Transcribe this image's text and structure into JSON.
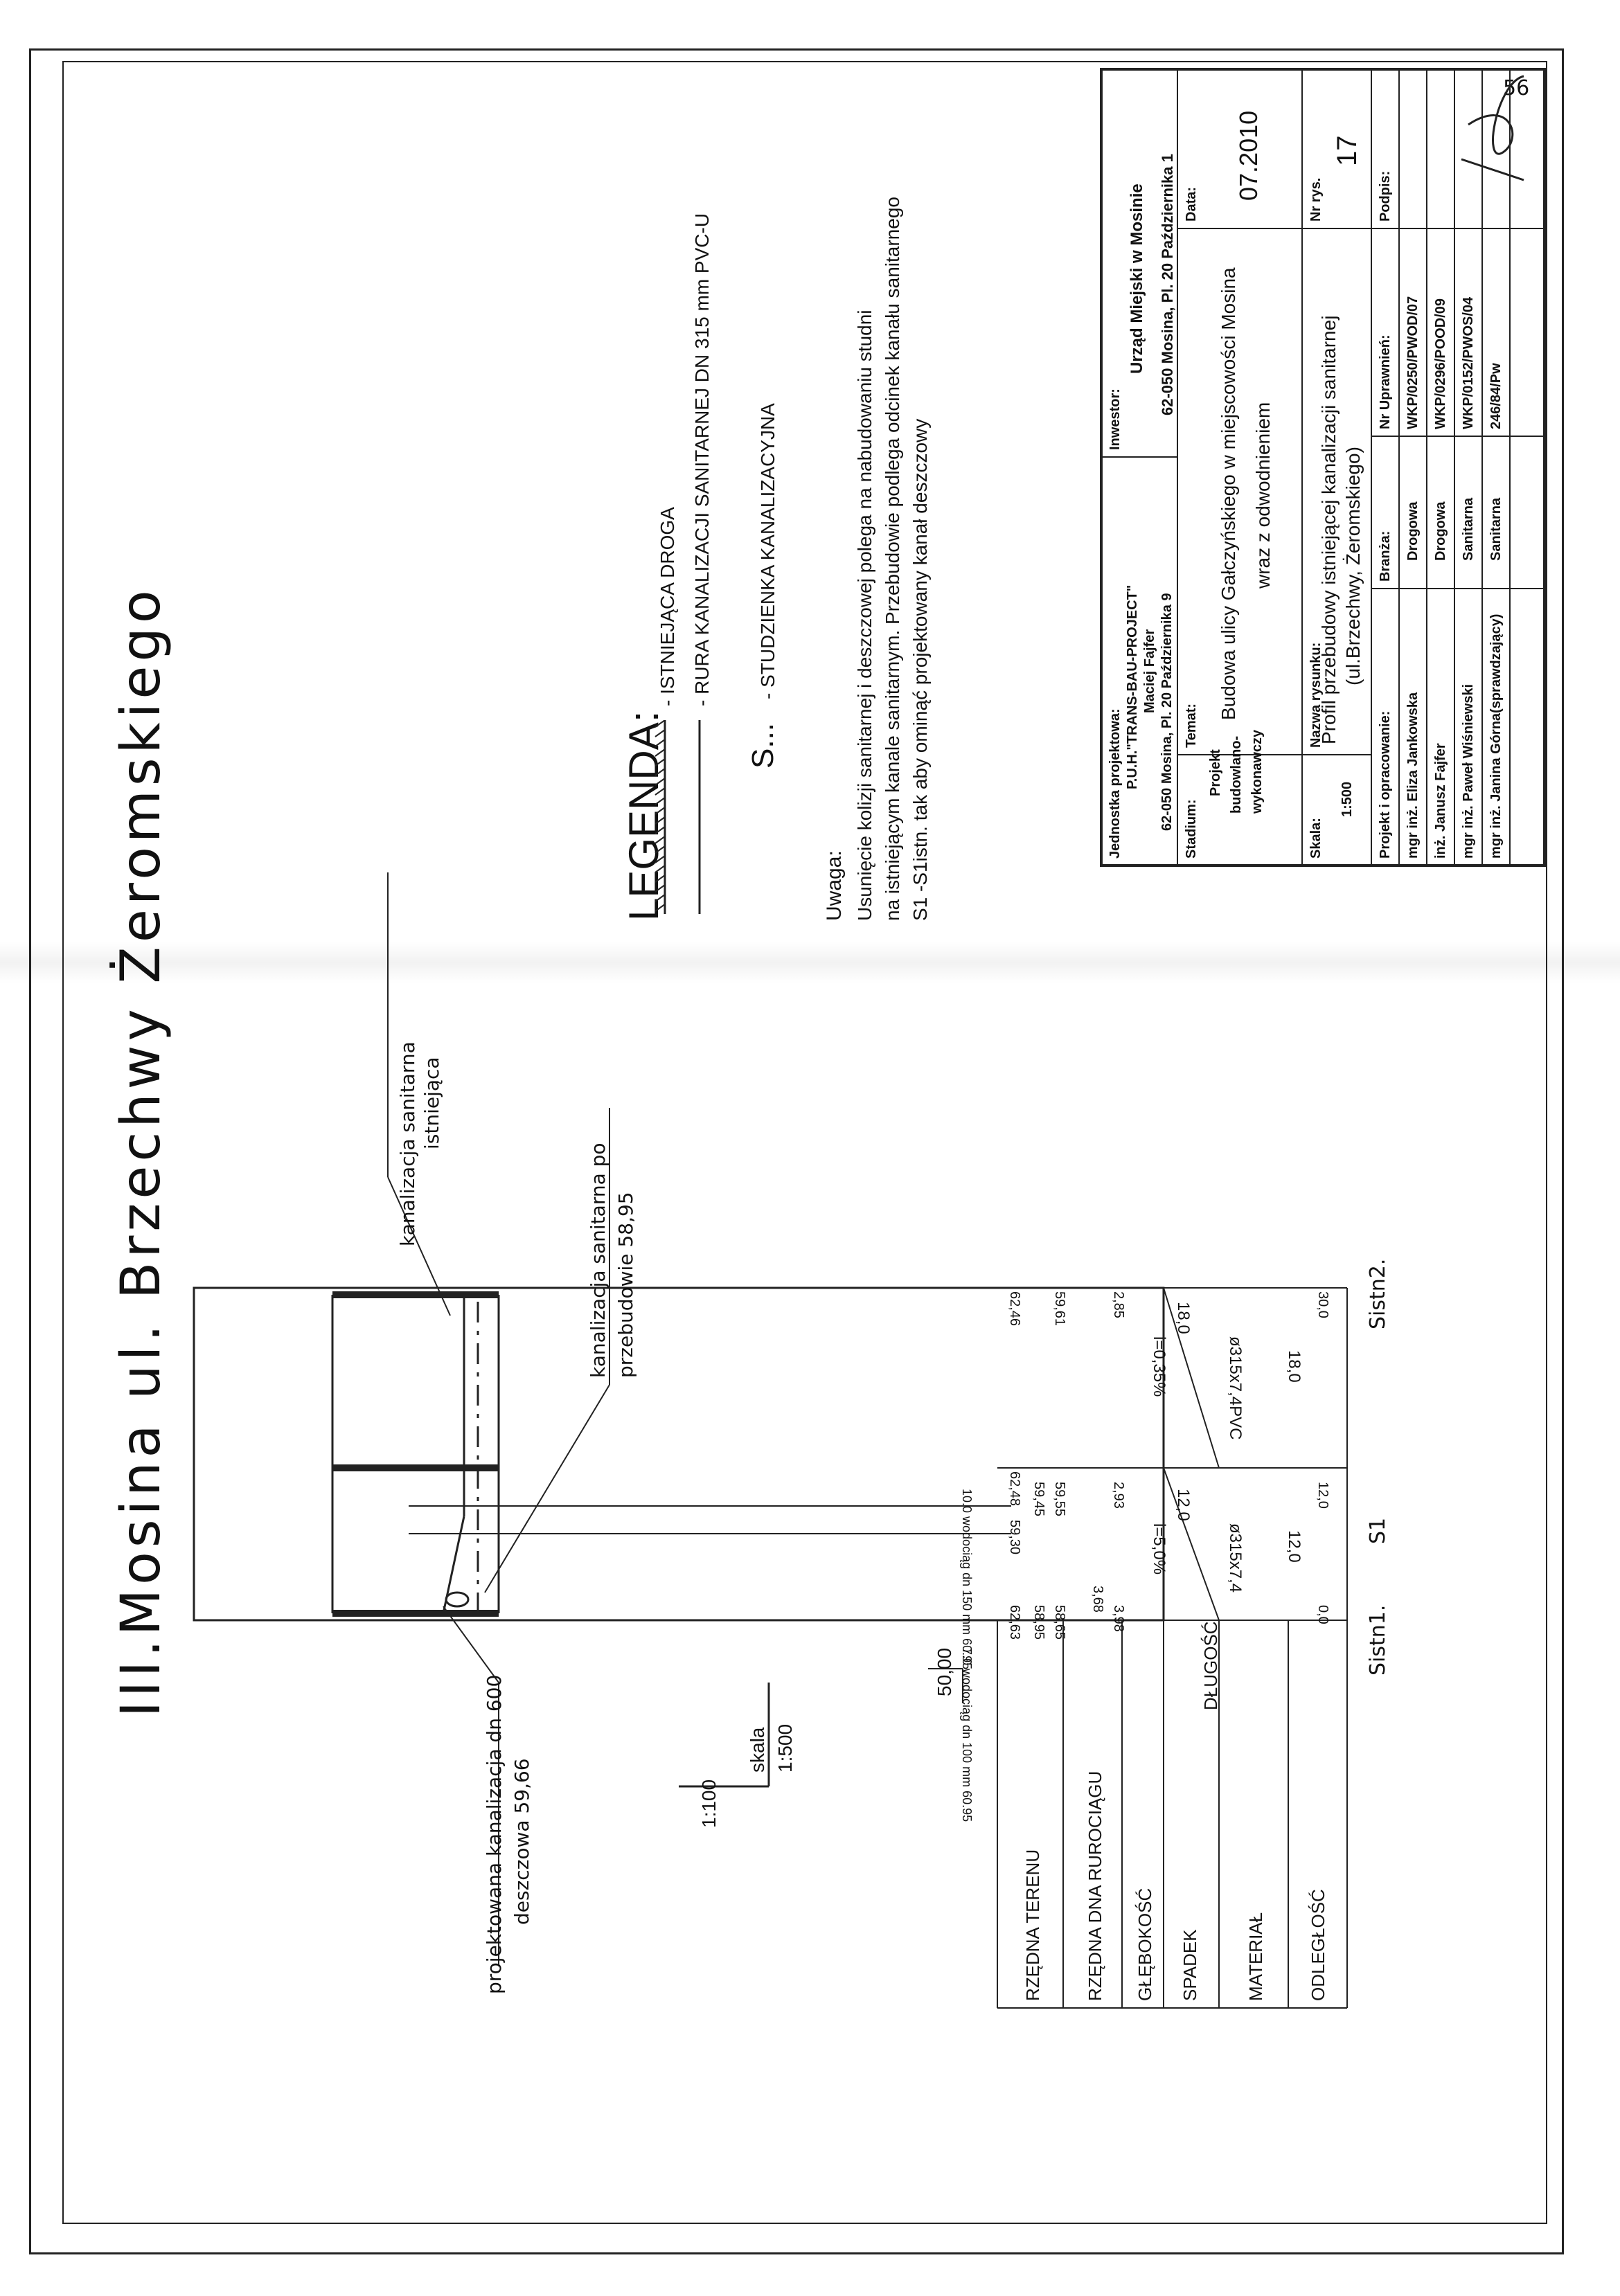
{
  "page_number": "56",
  "title": "III.Mosina ul. Brzechwy Żeromskiego",
  "legend": {
    "heading": "LEGENDA:",
    "items": [
      {
        "symbol": "road-hatch",
        "text": "- ISTNIEJĄCA DROGA"
      },
      {
        "symbol": "solid-line",
        "text": "- RURA KANALIZACJI SANITARNEJ DN 315 mm PVC-U"
      },
      {
        "symbol": "S...",
        "text": "- STUDZIENKA KANALIZACYJNA"
      }
    ]
  },
  "note": {
    "heading": "Uwaga:",
    "lines": [
      "Usunięcie kolizji sanitarnej i deszczowej polega na nabudowaniu studni",
      "na istniejącym kanale sanitarnym. Przebudowie podlega odcinek kanału sanitarnego",
      "S1 -S1istn. tak aby ominąć projektowany kanał deszczowy"
    ]
  },
  "scale": {
    "label": "skala",
    "horizontal": "1:500",
    "vertical": "1:100",
    "datum": "50,00"
  },
  "annotations": {
    "existing_sewer": [
      "kanalizacja sanitarna",
      "istniejąca"
    ],
    "sewer_after": [
      "kanalizacja sanitarna po",
      "przebudowie 58,95"
    ],
    "storm_sewer": [
      "projektowana kanalizacja dn 600",
      "deszczowa 59,66"
    ],
    "water_pipe_100": "7.0 wodociąg dn 100 mm 60.95",
    "water_pipe_150": "10.0 wodociąg dn 150 mm 60.95"
  },
  "profile_table": {
    "rows": [
      "RZĘDNA TERENU",
      "RZĘDNA DNA RUROCIĄGU",
      "GŁĘBOKOŚĆ",
      "SPADEK",
      "DŁUGOŚĆ",
      "MATERIAŁ",
      "ODLEGŁOŚĆ"
    ],
    "stations": [
      {
        "terrain": "62,63",
        "invert": [
          "58,65",
          "58,95"
        ],
        "depth": [
          "3,98",
          "3,68"
        ],
        "distance": "0,0"
      },
      {
        "terrain": "",
        "invert": [
          "59,30"
        ],
        "depth": [],
        "distance": ""
      },
      {
        "terrain": "",
        "invert": [
          "59,45"
        ],
        "depth": [],
        "distance": ""
      },
      {
        "terrain": "62,48",
        "invert": [
          "59,55"
        ],
        "depth": [
          "2,93"
        ],
        "distance": "12,0"
      },
      {
        "terrain": "62,46",
        "invert": [
          "59,61"
        ],
        "depth": [
          "2,85"
        ],
        "distance": "30,0"
      }
    ],
    "segments": [
      {
        "slope": "i=5,0%",
        "length": "12,0",
        "material": "ø315x7,4",
        "distance": "12,0"
      },
      {
        "slope": "i=0,35%",
        "length": "18,0",
        "material": "ø315x7,4PVC",
        "distance": "18,0"
      }
    ],
    "station_labels": [
      "Sistn1.",
      "S1",
      "Sistn2."
    ]
  },
  "title_block": {
    "designer_label": "Jednostka projektowa:",
    "designer_lines": [
      "P.U.H.\"TRANS-BAU-PROJECT\"",
      "Maciej Fajfer",
      "62-050 Mosina, Pl. 20 Października 9"
    ],
    "investor_label": "Inwestor:",
    "investor_lines": [
      "Urząd Miejski w Mosinie",
      "62-050 Mosina, Pl. 20 Października 1"
    ],
    "stage_label": "Stadium:",
    "stage_lines": [
      "Projekt",
      "budowlano-",
      "wykonawczy"
    ],
    "subject_label": "Temat:",
    "subject_lines": [
      "Budowa ulicy Gałczyńskiego w miejscowości Mosina",
      "wraz z odwodnieniem"
    ],
    "date_label": "Data:",
    "date": "07.2010",
    "scale_label": "Skala:",
    "scale": "1:500",
    "drawing_name_label": "Nazwa rysunku:",
    "drawing_name_lines": [
      "Profil przebudowy istniejącej kanalizacji sanitarnej",
      "(ul.Brzechwy, Żeromskiego)"
    ],
    "drawing_no_label": "Nr rys.",
    "drawing_no": "17",
    "columns": [
      "Projekt i opracowanie:",
      "Branża:",
      "Nr Uprawnień:",
      "Podpis:"
    ],
    "people": [
      {
        "name": "mgr inż. Eliza Jankowska",
        "branch": "Drogowa",
        "license": "WKP/0250/PWOD/07"
      },
      {
        "name": "inż. Janusz Fajfer",
        "branch": "Drogowa",
        "license": "WKP/0296/POOD/09"
      },
      {
        "name": "mgr inż. Paweł Wiśniewski",
        "branch": "Sanitarna",
        "license": "WKP/0152/PWOS/04"
      },
      {
        "name": "mgr inż. Janina Górna(sprawdzający)",
        "branch": "Sanitarna",
        "license": "246/84/Pw"
      }
    ]
  }
}
